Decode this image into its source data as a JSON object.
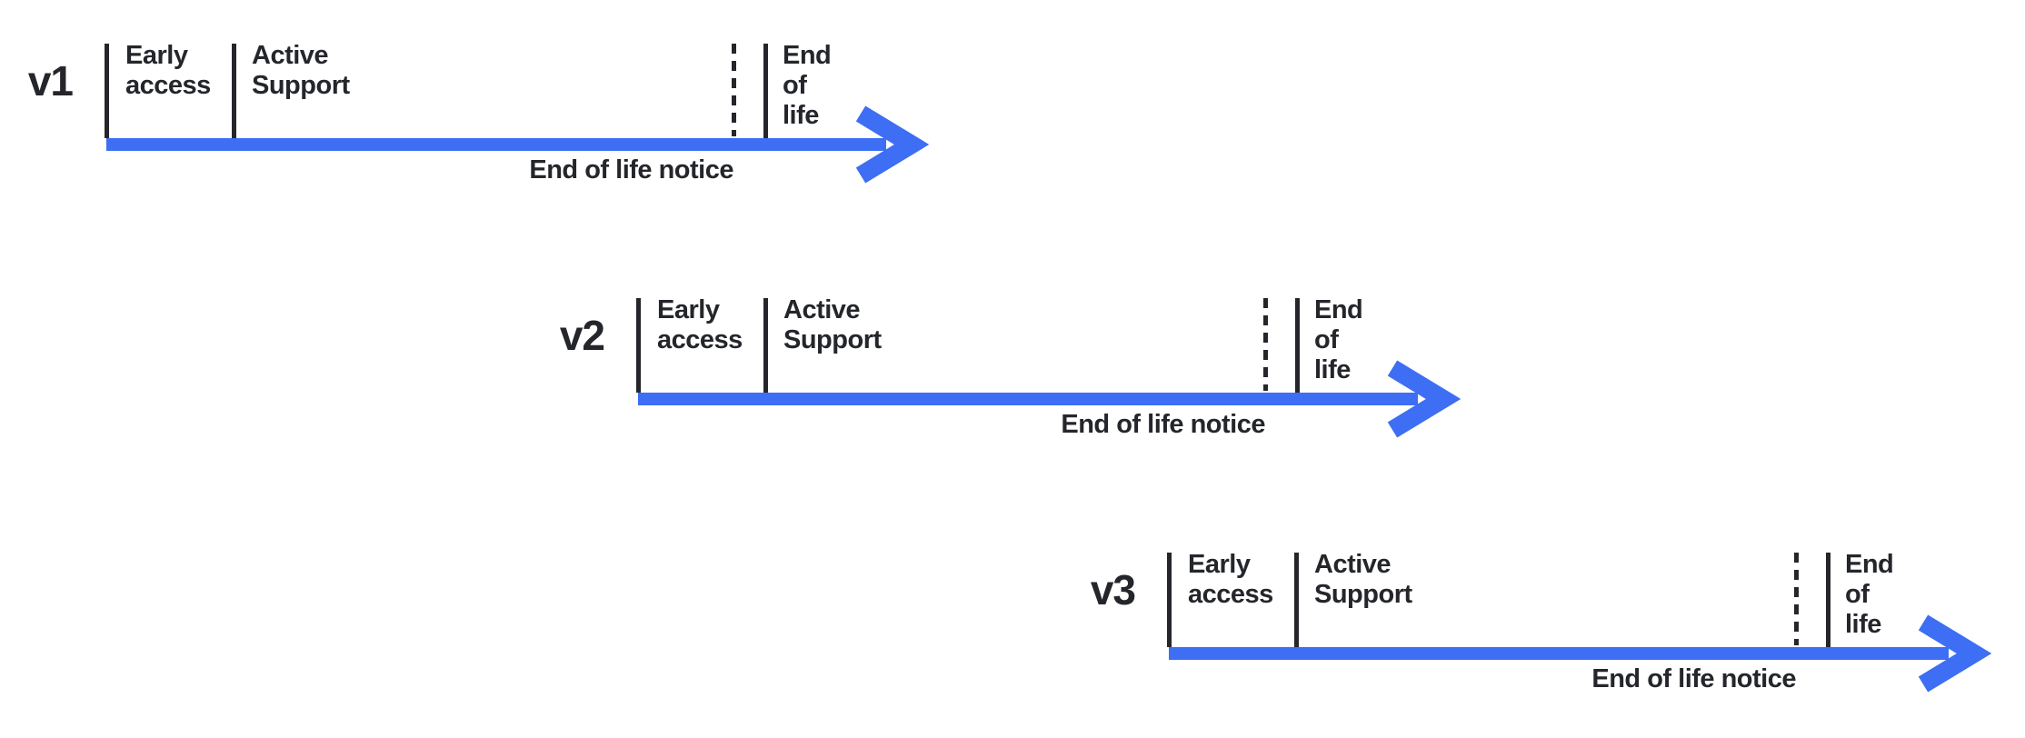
{
  "diagram": {
    "colors": {
      "accent_blue": "#3D6EF3",
      "ink": "#24262B",
      "background": "#FFFFFF"
    },
    "timelines": [
      {
        "version": "v1",
        "segments": {
          "early_access": "Early\naccess",
          "active_support": "Active Support",
          "end_of_life": "End of life"
        },
        "notice": "End of life notice"
      },
      {
        "version": "v2",
        "segments": {
          "early_access": "Early\naccess",
          "active_support": "Active Support",
          "end_of_life": "End of life"
        },
        "notice": "End of life notice"
      },
      {
        "version": "v3",
        "segments": {
          "early_access": "Early\naccess",
          "active_support": "Active Support",
          "end_of_life": "End of life"
        },
        "notice": "End of life notice"
      }
    ]
  }
}
